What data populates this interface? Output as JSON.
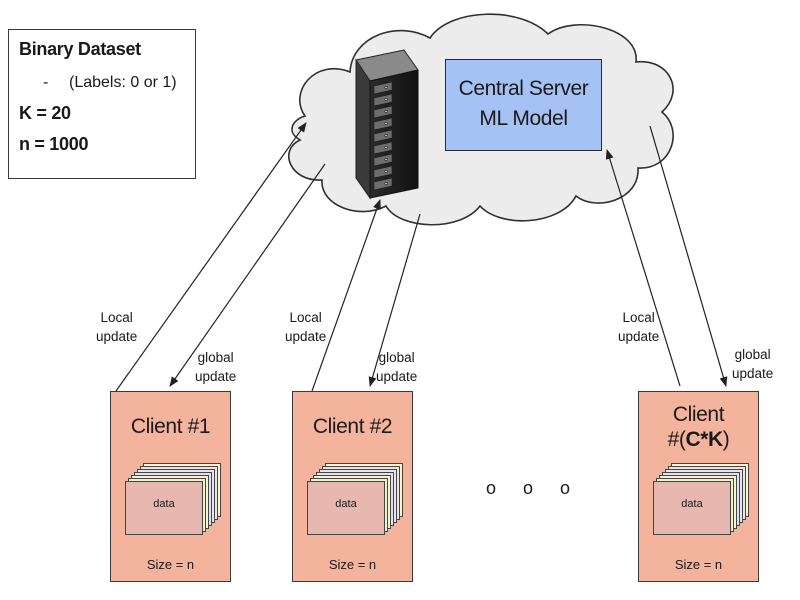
{
  "info_box": {
    "title": "Binary Dataset",
    "bullet": "-",
    "labels_note": "(Labels: 0 or 1)",
    "k_param": "K = 20",
    "n_param": "n = 1000"
  },
  "server": {
    "line1": "Central Server",
    "line2": "ML Model"
  },
  "clients": [
    {
      "title_line1": "Client #1",
      "title_line2": "",
      "data_label": "data",
      "size_label": "Size = n"
    },
    {
      "title_line1": "Client #2",
      "title_line2": "",
      "data_label": "data",
      "size_label": "Size = n"
    },
    {
      "title_line1": "Client",
      "title_prefix": "#(",
      "title_bold": "C*K",
      "title_suffix": ")",
      "data_label": "data",
      "size_label": "Size = n"
    }
  ],
  "arrows": {
    "local_line1": "Local",
    "local_line2": "update",
    "global_line1": "global",
    "global_line2": "update"
  },
  "ellipsis": "o o o",
  "colors": {
    "cloud_fill": "#ececec",
    "server_box": "#a4c2f4",
    "client_box": "#f4b39c",
    "data_sheet_front": "#e6b8af",
    "data_sheet_layers": [
      "#e8f3d6",
      "#fdf2cc",
      "#d8e6f3",
      "#f3e0ef",
      "#e6e6e6",
      "#fff2cc"
    ]
  }
}
